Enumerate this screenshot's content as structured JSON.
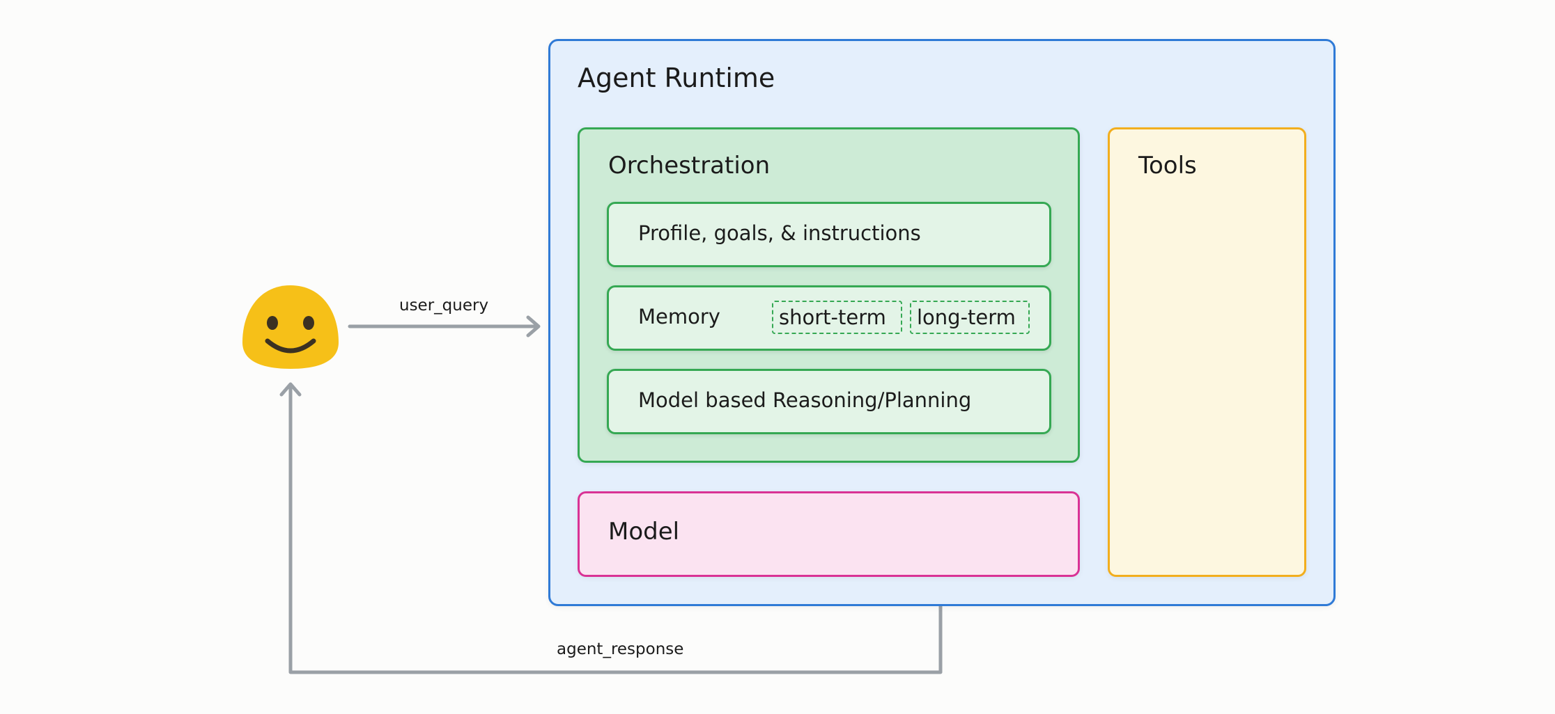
{
  "runtime": {
    "title": "Agent Runtime"
  },
  "orchestration": {
    "title": "Orchestration",
    "items": [
      {
        "label": "Profile, goals, & instructions"
      },
      {
        "label": "Memory",
        "tags": [
          "short-term",
          "long-term"
        ]
      },
      {
        "label": "Model based Reasoning/Planning"
      }
    ]
  },
  "model": {
    "title": "Model"
  },
  "tools": {
    "title": "Tools"
  },
  "user": {
    "icon": "smiley-face-icon"
  },
  "edges": {
    "user_query": "user_query",
    "agent_response": "agent_response"
  },
  "colors": {
    "runtime_border": "#2f7ad6",
    "orchestration_border": "#35a853",
    "model_border": "#d93295",
    "tools_border": "#f2ae1d",
    "face": "#f6c018",
    "arrow": "#9aa0a6"
  }
}
